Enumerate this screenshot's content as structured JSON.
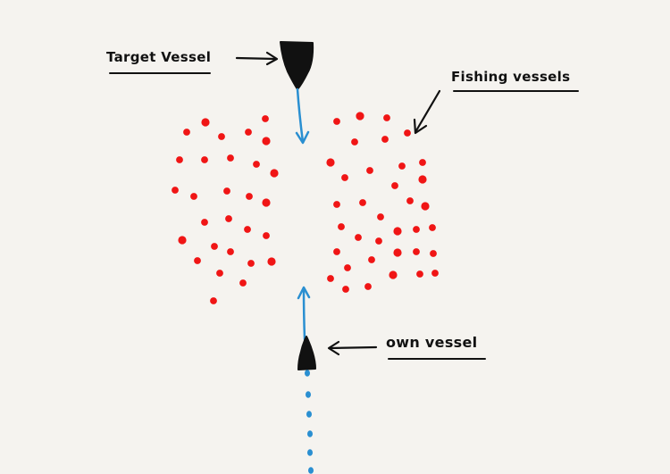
{
  "labels": {
    "target_vessel": "Target Vessel",
    "fishing_vessels": "Fishing vessels",
    "own_vessel": "own vessel"
  },
  "colors": {
    "background": "#f5f3ef",
    "vessel": "#111111",
    "heading_line": "#2a8fd1",
    "fishing_vessel": "#f01515",
    "annotation": "#111111"
  },
  "entities": {
    "target_vessel": {
      "heading": "south",
      "icon": "vessel-down-icon"
    },
    "own_vessel": {
      "heading": "north",
      "icon": "vessel-up-icon",
      "track": "dotted-wake"
    },
    "fishing_vessels": {
      "count": 70,
      "groups": [
        "left-cluster",
        "right-cluster"
      ],
      "icon": "fishing-vessel-dot-icon"
    }
  }
}
